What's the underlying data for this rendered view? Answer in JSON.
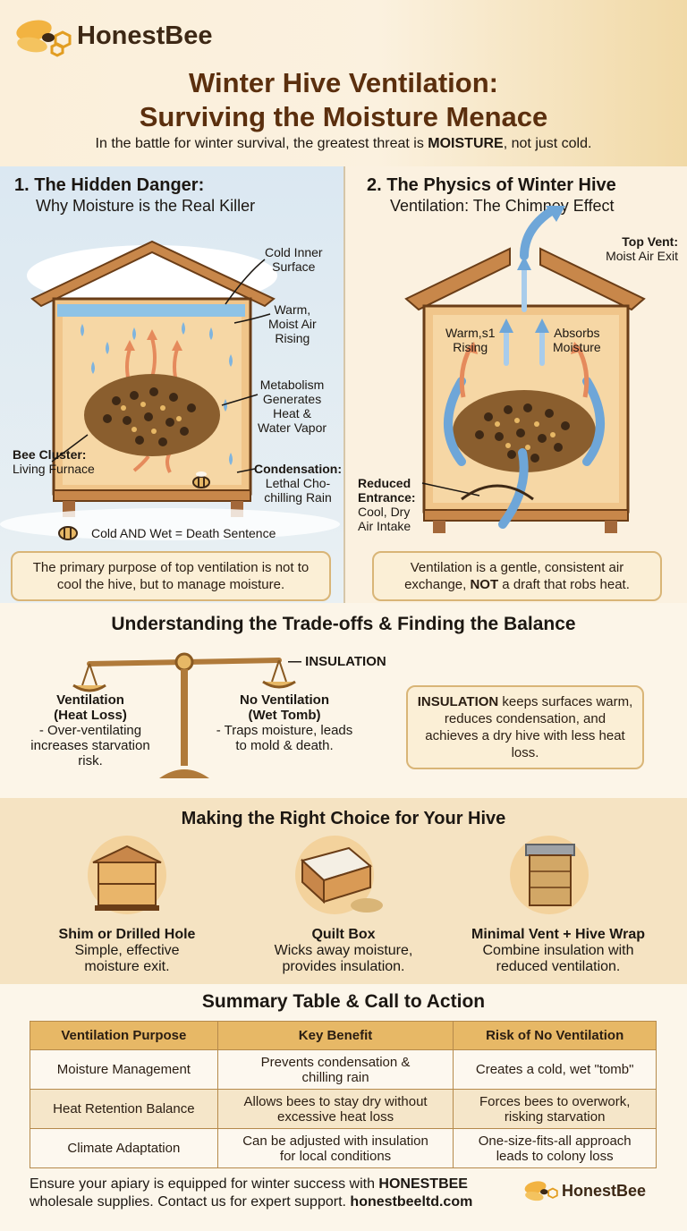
{
  "brand": {
    "name": "HonestBee"
  },
  "header": {
    "title_line1": "Winter Hive Ventilation:",
    "title_line2": "Surviving the Moisture Menace",
    "subtitle_pre": "In the battle for winter survival, the greatest threat is ",
    "subtitle_bold": "MOISTURE",
    "subtitle_post": ", not just cold."
  },
  "panel1": {
    "heading": "1. The Hidden Danger:",
    "subheading": "Why Moisture is the Real Killer",
    "labels": {
      "cold_surface": "Cold Inner\nSurface",
      "warm_air": "Warm,\nMoist Air\nRising",
      "metabolism": "Metabolism\nGenerates\nHeat &\nWater Vapor",
      "cluster_title": "Bee Cluster:",
      "cluster_text": "Living Furnace",
      "condensation_title": "Condensation:",
      "condensation_text": "Lethal Cho-\nchilling Rain",
      "death": "Cold AND Wet = Death Sentence"
    },
    "callout": "The primary purpose of top ventilation is not to cool the hive, but to manage moisture."
  },
  "panel2": {
    "heading": "2. The Physics of Winter Hive",
    "subheading": "Ventilation: The Chimney Effect",
    "labels": {
      "top_vent_title": "Top Vent:",
      "top_vent_text": "Moist Air Exit",
      "warm_rising": "Warm,s1\nRising",
      "absorbs": "Absorbs\nMoisture",
      "entrance_title": "Reduced\nEntrance:",
      "entrance_text": "Cool, Dry\nAir Intake"
    },
    "callout_pre": "Ventilation is a gentle, consistent air exchange, ",
    "callout_bold": "NOT",
    "callout_post": " a draft that robs heat."
  },
  "tradeoffs": {
    "title": "Understanding the Trade-offs & Finding the Balance",
    "insulation_tag": "— INSULATION",
    "left_title": "Ventilation\n(Heat Loss)",
    "left_text": "- Over-ventilating\nincreases starvation\nrisk.",
    "right_title": "No Ventilation\n(Wet Tomb)",
    "right_text": "- Traps moisture, leads\nto mold & death.",
    "callout_bold": "INSULATION",
    "callout_text": " keeps surfaces warm, reduces condensation, and achieves a dry hive with less heat loss."
  },
  "choices": {
    "title": "Making the Right Choice for Your Hive",
    "items": [
      {
        "title": "Shim or Drilled Hole",
        "text": "Simple, effective\nmoisture exit."
      },
      {
        "title": "Quilt Box",
        "text": "Wicks away moisture,\nprovides insulation."
      },
      {
        "title": "Minimal Vent + Hive Wrap",
        "text": "Combine insulation with\nreduced ventilation."
      }
    ]
  },
  "summary": {
    "title": "Summary Table & Call to Action",
    "headers": [
      "Ventilation Purpose",
      "Key Benefit",
      "Risk of No Ventilation"
    ],
    "rows": [
      [
        "Moisture Management",
        "Prevents condensation &\nchilling rain",
        "Creates a cold, wet \"tomb\""
      ],
      [
        "Heat Retention Balance",
        "Allows bees to stay dry without\nexcessive heat loss",
        "Forces bees to overwork,\nrisking starvation"
      ],
      [
        "Climate Adaptation",
        "Can be adjusted with insulation\nfor local conditions",
        "One-size-fits-all approach\nleads to colony loss"
      ]
    ],
    "cta_line1_pre": "Ensure your apiary is equipped for winter success with ",
    "cta_line1_bold": "HONESTBEE",
    "cta_line2_pre": "wholesale supplies. Contact us for expert support. ",
    "cta_line2_bold": "honestbeeltd.com"
  },
  "colors": {
    "accent": "#e7b866",
    "title_brown": "#5b2f0e",
    "warm_arrow": "#e58a5c",
    "cool_arrow": "#6ea6d8"
  },
  "icons": [
    "bee-logo-icon",
    "hive-icon",
    "quilt-box-icon",
    "wrapped-hive-icon",
    "balance-scale-icon"
  ]
}
